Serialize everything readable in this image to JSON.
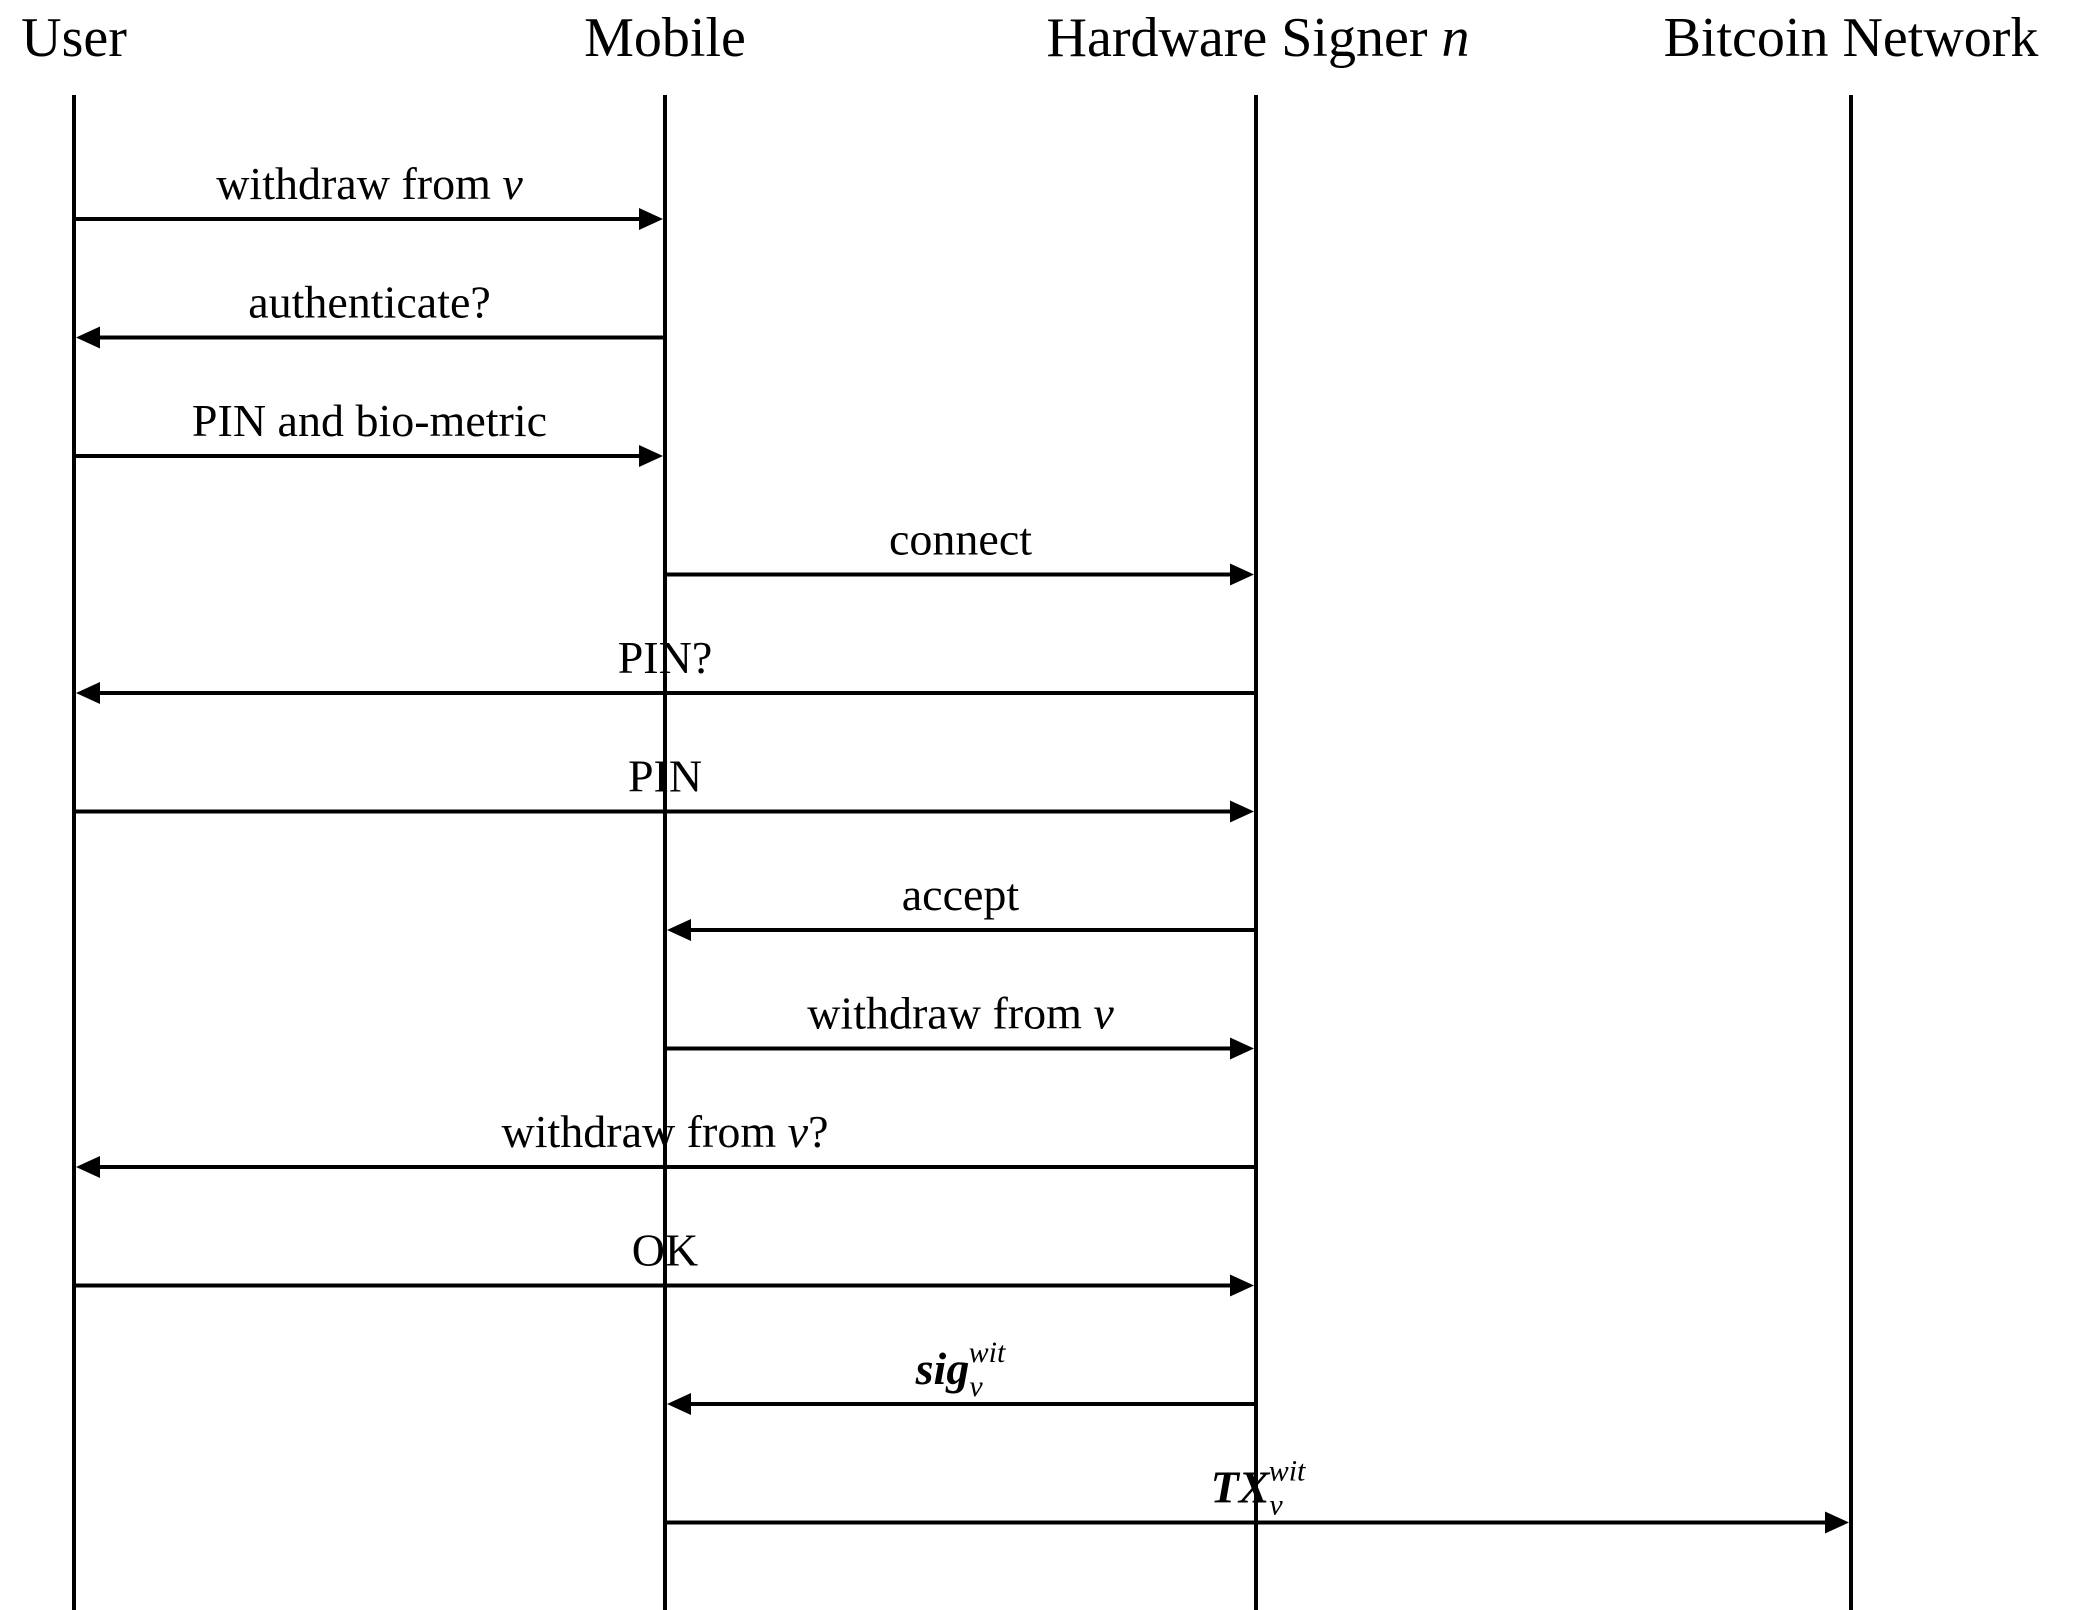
{
  "actors": [
    {
      "id": "user",
      "label": "User"
    },
    {
      "id": "mobile",
      "label": "Mobile"
    },
    {
      "id": "signer",
      "label": "Hardware Signer ",
      "label_italic": "n"
    },
    {
      "id": "network",
      "label": "Bitcoin Network"
    }
  ],
  "messages": [
    {
      "from": "user",
      "to": "mobile",
      "parts": [
        {
          "t": "withdraw from "
        },
        {
          "t": "v",
          "i": true
        }
      ]
    },
    {
      "from": "mobile",
      "to": "user",
      "parts": [
        {
          "t": "authenticate?"
        }
      ]
    },
    {
      "from": "user",
      "to": "mobile",
      "parts": [
        {
          "t": "PIN and bio-metric"
        }
      ]
    },
    {
      "from": "mobile",
      "to": "signer",
      "parts": [
        {
          "t": "connect"
        }
      ]
    },
    {
      "from": "signer",
      "to": "user",
      "parts": [
        {
          "t": "PIN?"
        }
      ]
    },
    {
      "from": "user",
      "to": "signer",
      "parts": [
        {
          "t": "PIN"
        }
      ]
    },
    {
      "from": "signer",
      "to": "mobile",
      "parts": [
        {
          "t": "accept"
        }
      ]
    },
    {
      "from": "mobile",
      "to": "signer",
      "parts": [
        {
          "t": "withdraw from "
        },
        {
          "t": "v",
          "i": true
        }
      ]
    },
    {
      "from": "signer",
      "to": "user",
      "parts": [
        {
          "t": "withdraw from "
        },
        {
          "t": "v",
          "i": true
        },
        {
          "t": "?"
        }
      ]
    },
    {
      "from": "user",
      "to": "signer",
      "parts": [
        {
          "t": "OK"
        }
      ]
    },
    {
      "from": "signer",
      "to": "mobile",
      "parts": [
        {
          "t": "sig",
          "i": true,
          "b": true
        },
        {
          "t": "v",
          "sub": true
        },
        {
          "t": "wit",
          "sup": true
        }
      ]
    },
    {
      "from": "mobile",
      "to": "network",
      "parts": [
        {
          "t": "TX",
          "i": true,
          "b": true
        },
        {
          "t": "v",
          "sub": true
        },
        {
          "t": "wit",
          "sup": true
        }
      ]
    }
  ]
}
